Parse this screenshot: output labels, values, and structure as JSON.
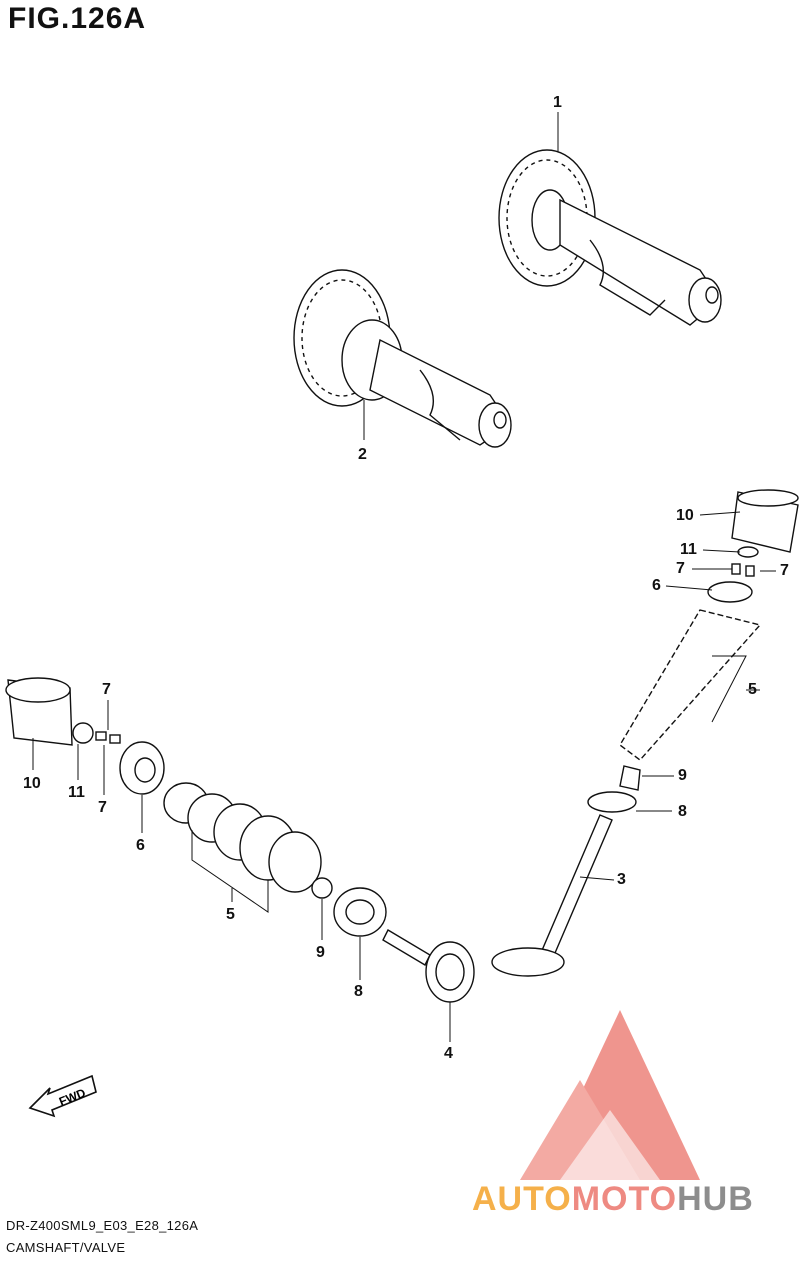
{
  "figure": {
    "title": "FIG.126A"
  },
  "callouts": {
    "c1": "1",
    "c2": "2",
    "c3": "3",
    "c4": "4",
    "c5a": "5",
    "c5b": "5",
    "c6a": "6",
    "c6b": "6",
    "c7a": "7",
    "c7b": "7",
    "c7c": "7",
    "c7d": "7",
    "c8a": "8",
    "c8b": "8",
    "c9a": "9",
    "c9b": "9",
    "c10a": "10",
    "c10b": "10",
    "c11a": "11",
    "c11b": "11"
  },
  "fwd_label": "FWD",
  "footer": {
    "code": "DR-Z400SML9_E03_E28_126A",
    "caption": "CAMSHAFT/VALVE"
  },
  "watermark": {
    "part1": "AUTO",
    "part2": "MOTO",
    "part3": "HUB"
  },
  "colors": {
    "line": "#111111",
    "wm_red": "#ee8a82",
    "wm_orange": "#f5b04a",
    "wm_gray": "#8d8d8d"
  }
}
